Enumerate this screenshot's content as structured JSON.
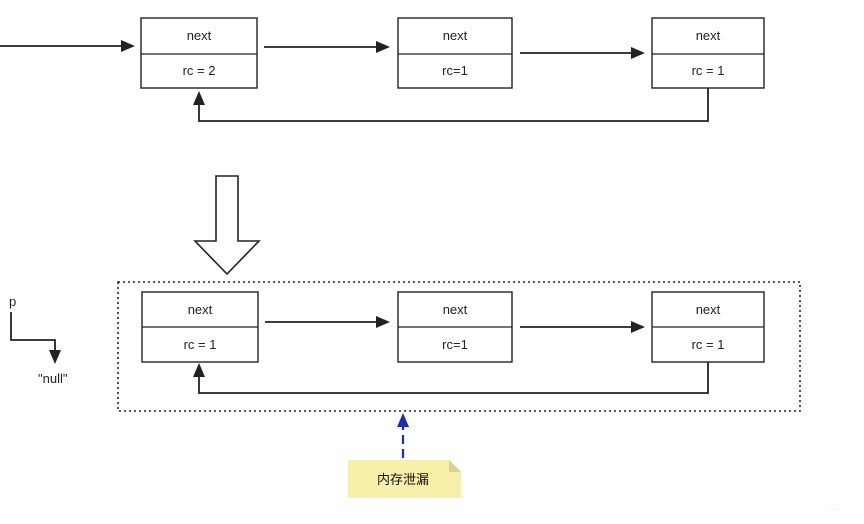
{
  "colors": {
    "line": "#222222",
    "note_fill": "#f7f0a8",
    "note_fold": "#d9d08a",
    "leak_arrow": "#1a2fb5",
    "box_border": "#222222",
    "background": "#ffffff"
  },
  "before": {
    "nodes": [
      {
        "next_label": "next",
        "rc_label": "rc = 2"
      },
      {
        "next_label": "next",
        "rc_label": "rc=1"
      },
      {
        "next_label": "next",
        "rc_label": "rc = 1"
      }
    ]
  },
  "transition": {
    "icon": "down-arrow-icon"
  },
  "after": {
    "pointer": {
      "label": "p",
      "target": "\"null\""
    },
    "nodes": [
      {
        "next_label": "next",
        "rc_label": "rc = 1"
      },
      {
        "next_label": "next",
        "rc_label": "rc=1"
      },
      {
        "next_label": "next",
        "rc_label": "rc = 1"
      }
    ],
    "note": {
      "text": "内存泄漏"
    }
  }
}
